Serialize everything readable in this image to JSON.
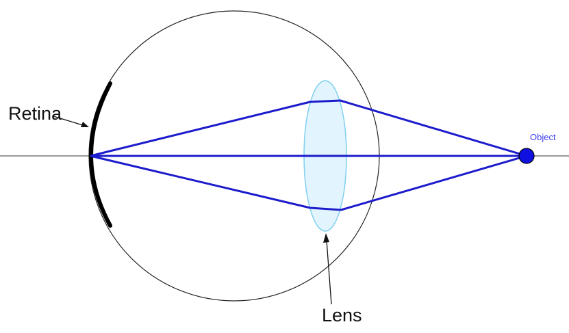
{
  "labels": {
    "retina": "Retina",
    "lens": "Lens",
    "object": "Object"
  },
  "colors": {
    "background": "#ffffff",
    "ray": "#1c1ccc",
    "object_point": "#1010e0",
    "object_label": "#3a3aee",
    "lens_fill": "#e2f4fd",
    "lens_stroke": "#7fcff0",
    "eyeball_outline": "#222222",
    "retina": "#000000",
    "axis": "#333333"
  }
}
